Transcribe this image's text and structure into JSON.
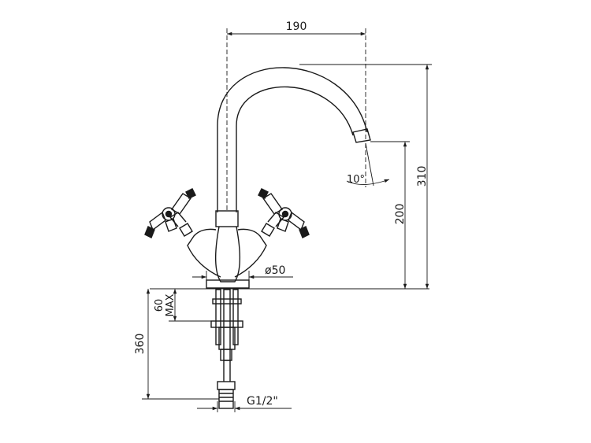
{
  "dimensions": {
    "spout_reach": "190",
    "total_height": "310",
    "spout_outlet_height": "200",
    "spout_angle": "10°",
    "base_diameter": "ø50",
    "max_deck_thickness": "60",
    "max_label": "MAX",
    "connection_length": "360",
    "thread": "G1/2\""
  },
  "colors": {
    "line": "#1a1a1a",
    "background": "#ffffff"
  }
}
